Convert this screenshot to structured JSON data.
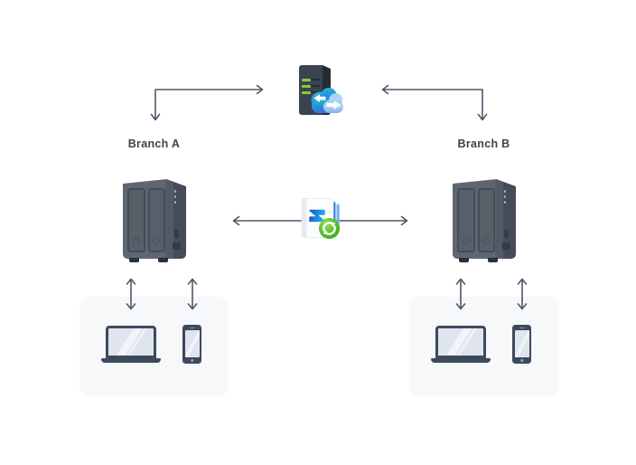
{
  "diagram": {
    "hub": {
      "icon": "cloud-server-icon"
    },
    "sync": {
      "icon": "drive-sharesync-icon"
    },
    "branches": [
      {
        "id": "branch-a",
        "label": "Branch A",
        "nas": {
          "icon": "nas-2bay-icon"
        },
        "client_devices": [
          {
            "icon": "laptop-icon"
          },
          {
            "icon": "smartphone-icon"
          }
        ]
      },
      {
        "id": "branch-b",
        "label": "Branch B",
        "nas": {
          "icon": "nas-2bay-icon"
        },
        "client_devices": [
          {
            "icon": "laptop-icon"
          },
          {
            "icon": "smartphone-icon"
          }
        ]
      }
    ],
    "colors": {
      "arrow": "#4e586a",
      "label_text": "#3a4450",
      "device_box_bg": "#f6f8fa",
      "nas_body": "#5e6672",
      "device_frame": "#3e4a5b",
      "screen_fill": "#dee5ee",
      "led_green": "#82cc3e",
      "cloud_teal": "#23c0cf",
      "cloud_blue": "#3272e2",
      "drive_blue": "#1b55c8",
      "drive_cyan": "#23aede",
      "sync_green": "#4db52e"
    }
  }
}
